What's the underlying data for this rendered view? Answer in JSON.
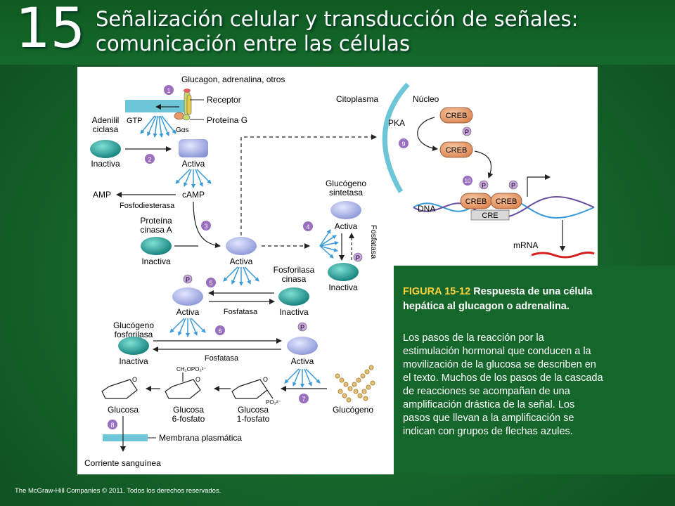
{
  "header": {
    "chapter_number": "15",
    "title_line1": "Señalización celular y transducción de señales:",
    "title_line2": "comunicación entre las células"
  },
  "colors": {
    "background_green": "#15632a",
    "caption_figure_label": "#ffd23c",
    "arrow_blue": "#3a9ad9",
    "membrane": "#6cc6d8",
    "enzyme_teal": "#1a8f8a",
    "enzyme_blue": "#a9b3e6",
    "creb": "#e99a68",
    "phosphate": "#c9a3e0",
    "step_badge": "#9b6fbf",
    "mrna": "#d62020"
  },
  "diagram": {
    "labels": {
      "signal": "Glucagon, adrenalina, otros",
      "receptor": "Receptor",
      "g_protein": "Proteína G",
      "gtp": "GTP",
      "g_alpha_s": "Gαs",
      "adenylyl_line1": "Adenilil",
      "adenylyl_line2": "ciclasa",
      "inactive": "Inactiva",
      "active": "Activa",
      "camp": "cAMP",
      "amp": "AMP",
      "phosphodiesterase": "Fosfodiesterasa",
      "pka_line1": "Proteína",
      "pka_line2": "cinasa A",
      "glycogen_synthase_line1": "Glucógeno",
      "glycogen_synthase_line2": "sintetasa",
      "phosphatase": "Fosfatasa",
      "phosphorylase_kinase_line1": "Fosforilasa",
      "phosphorylase_kinase_line2": "cinasa",
      "glycogen_phosphorylase_line1": "Glucógeno",
      "glycogen_phosphorylase_line2": "fosforilasa",
      "glucose": "Glucosa",
      "glucose6p_line1": "Glucosa",
      "glucose6p_line2": "6-fosfato",
      "glucose1p_line1": "Glucosa",
      "glucose1p_line2": "1-fosfato",
      "glycogen": "Glucógeno",
      "plasma_membrane": "Membrana plasmática",
      "bloodstream": "Corriente sanguínea",
      "cytoplasm": "Citoplasma",
      "nucleus": "Núcleo",
      "pka": "PKA",
      "creb": "CREB",
      "p": "P",
      "dna": "DNA",
      "cre": "CRE",
      "mrna": "mRNA",
      "ring_o": "O",
      "ch2opo3": "CH₂OPO₃²⁻",
      "po3": "PO₃²⁻"
    },
    "steps": [
      "1",
      "2",
      "3",
      "4",
      "5",
      "6",
      "7",
      "8",
      "9",
      "10"
    ]
  },
  "caption": {
    "figure_label": "FIGURA 15-12",
    "title": "Respuesta de una célula hepática al glucagon o adrenalina.",
    "body": "Los pasos de la reacción por la estimulación hormonal que conducen a la movilización de la glucosa se describen en el texto. Muchos de los pasos de la cascada de reacciones se acompañan de una amplificación drástica de la señal. Los pasos que llevan a la amplificación se indican con grupos de flechas azules."
  },
  "footer": {
    "copyright": "The McGraw-Hill Companies © 2011. Todos los derechos reservados."
  }
}
